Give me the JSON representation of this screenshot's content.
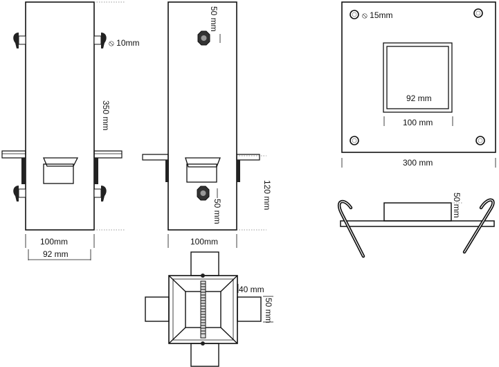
{
  "labels": {
    "bolt_diameter": "⦸ 10mm",
    "height_350": "350 mm",
    "width_100_left": "100mm",
    "width_92_left": "92 mm",
    "offset_50_top": "50 mm",
    "offset_50_bottom": "50 mm",
    "height_120": "120 mm",
    "width_100_side": "100mm",
    "hole_diameter": "⦸ 15mm",
    "inner_92": "92 mm",
    "inner_100": "100 mm",
    "plate_300": "300 mm",
    "collar_50": "50 mm",
    "tab_40": "40 mm",
    "tab_50": "50 mm"
  }
}
